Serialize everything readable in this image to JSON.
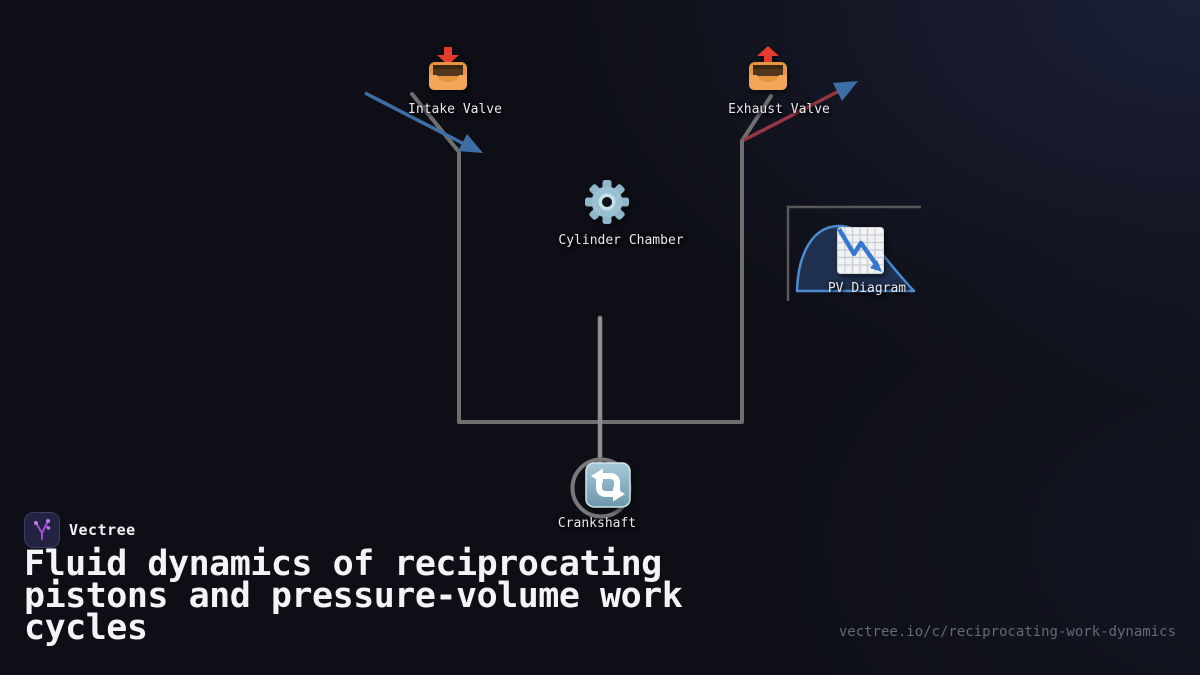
{
  "diagram": {
    "nodes": [
      {
        "id": "intake-valve",
        "label": "Intake Valve",
        "icon": "inbox-tray-icon"
      },
      {
        "id": "exhaust-valve",
        "label": "Exhaust Valve",
        "icon": "outbox-tray-icon"
      },
      {
        "id": "cylinder-chamber",
        "label": "Cylinder Chamber",
        "icon": "gear-icon"
      },
      {
        "id": "pv-diagram",
        "label": "PV Diagram",
        "icon": "chart-decreasing-icon"
      },
      {
        "id": "crankshaft",
        "label": "Crankshaft",
        "icon": "counterclockwise-arrows-icon"
      }
    ],
    "colors": {
      "pipe": "#6f6f6f",
      "intake_flow_arrow": "#3e6ea6",
      "exhaust_flow_line": "#953743",
      "exhaust_arrowhead": "#3e6ea6",
      "pv_dome_fill": "#20304f",
      "pv_dome_stroke": "#4a8bd2"
    }
  },
  "footer": {
    "brand": "Vectree",
    "title": "Fluid dynamics of reciprocating\npistons and pressure-volume work\ncycles",
    "url": "vectree.io/c/reciprocating-work-dynamics"
  }
}
